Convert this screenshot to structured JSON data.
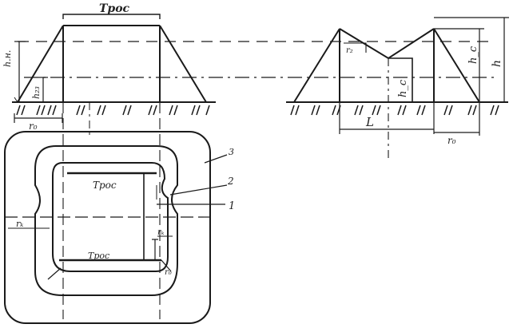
{
  "labels": {
    "trench_top": "Трос",
    "trench_plan_upper": "Трос",
    "trench_plan_lower": "Трос",
    "callout_1": "1",
    "callout_2": "2",
    "callout_3": "3",
    "r0_left": "r₀",
    "r0_right": "r₀",
    "h_total": "h",
    "h_c_left": "h_c",
    "h_c_right": "h_c",
    "length_L": "L",
    "r_k_left": "rₖ",
    "r_k_right_plan": "rₖ",
    "r_k_bottom": "r₀",
    "h_np": "h.н.",
    "h_sub": "h₂₃",
    "small_offset": "r₂"
  },
  "colors": {
    "ink": "#1a1a1a",
    "paper": "#ffffff"
  }
}
